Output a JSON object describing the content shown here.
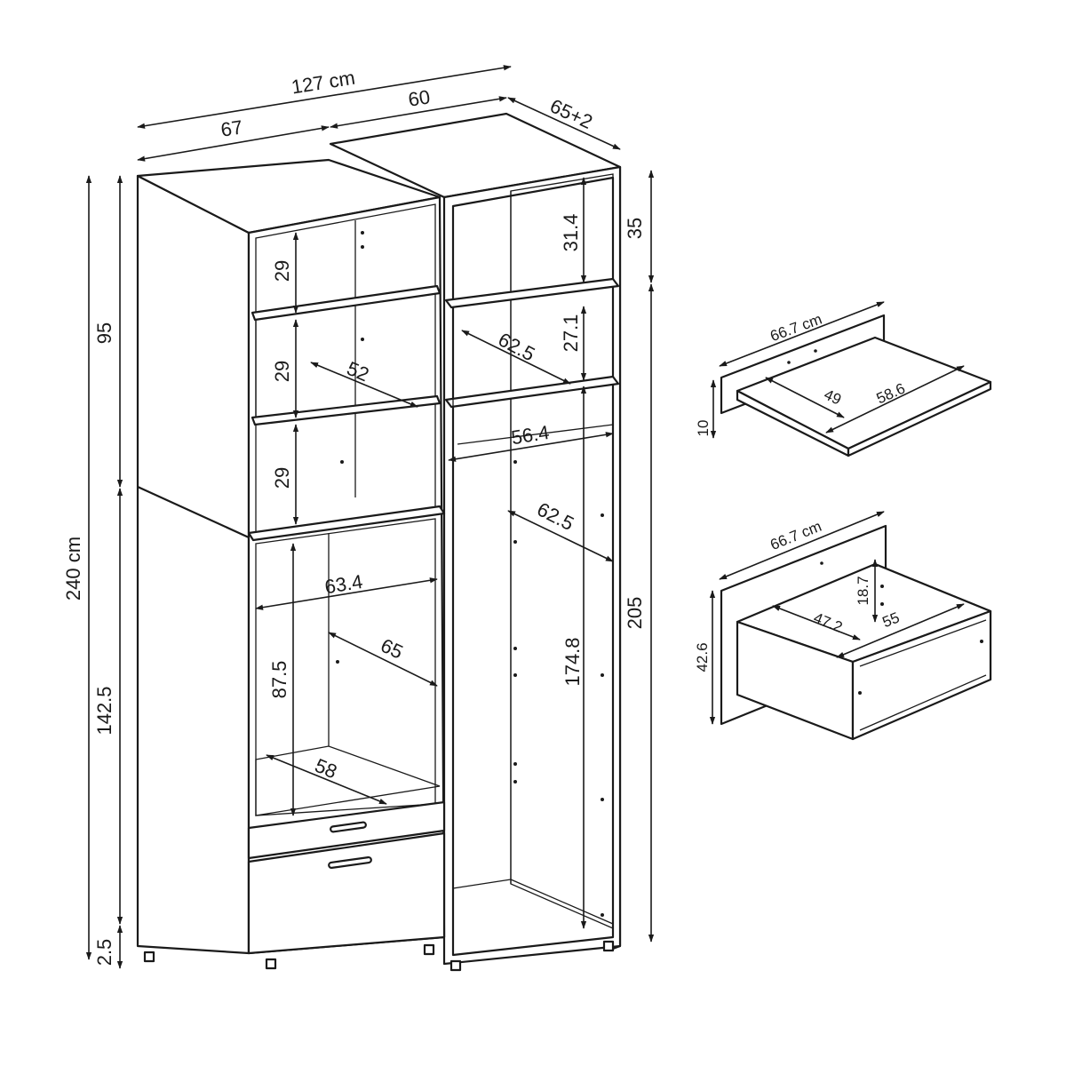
{
  "wardrobe": {
    "width_total": "127 cm",
    "width_left": "67",
    "width_right": "60",
    "depth_right": "65+2",
    "height_total": "240 cm",
    "height_upper": "95",
    "height_lower": "142.5",
    "height_base": "2.5",
    "right_top_section": "35",
    "right_main": "205",
    "left_shelf_1": "29",
    "left_shelf_2": "29",
    "left_shelf_3": "29",
    "left_shelf_depth": "52",
    "left_inner_width": "63.4",
    "left_inner_height": "87.5",
    "left_inner_depth": "65",
    "left_floor_depth": "58",
    "right_top_height": "31.4",
    "right_mid_height": "27.1",
    "right_mid_depth": "62.5",
    "right_rail_width": "56.4",
    "right_lower_depth": "62.5",
    "right_lower_height": "174.8"
  },
  "shelf_detail": {
    "width": "66.7 cm",
    "depth_inner": "49",
    "depth_outer": "58.6",
    "thickness": "10"
  },
  "drawer_detail": {
    "width": "66.7 cm",
    "inner_height": "18.7",
    "inner_depth": "47.2",
    "outer_depth": "55",
    "front_height": "42.6"
  }
}
